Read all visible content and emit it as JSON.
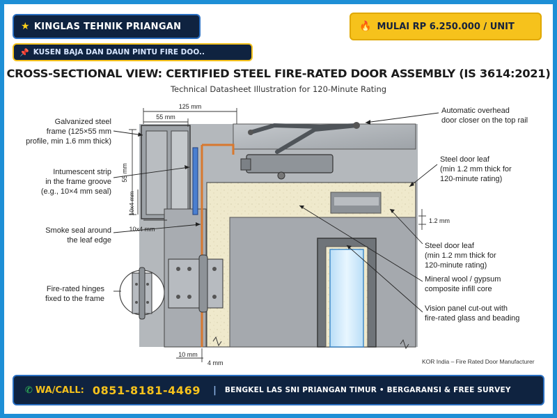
{
  "header": {
    "brand": "KINGLAS TEHNIK PRIANGAN",
    "price": "MULAI RP 6.250.000 / UNIT",
    "product": "KUSEN BAJA DAN DAUN PINTU FIRE DOO.."
  },
  "diagram": {
    "title": "CROSS-SECTIONAL VIEW: CERTIFIED STEEL FIRE-RATED DOOR ASSEMBLY (IS 3614:2021)",
    "subtitle": "Technical Datasheet Illustration for 120-Minute Rating",
    "dims": {
      "d125": "125 mm",
      "d55top": "55 mm",
      "d55side": "55 mm",
      "d10x4side": "10x4 mm",
      "d10x4bottom": "10x4 mm",
      "d12": "1.2 mm",
      "d10": "10 mm",
      "d4": "4 mm"
    },
    "labels": {
      "frame": [
        "Galvanized steel",
        "frame (125×55 mm",
        "profile, min 1.6 mm thick)"
      ],
      "strip": [
        "Intumescent strip",
        "in the frame groove",
        "(e.g., 10×4 mm seal)"
      ],
      "smoke": [
        "Smoke seal around",
        "the leaf edge"
      ],
      "hinges": [
        "Fire-rated hinges",
        "fixed to the frame"
      ],
      "closer": [
        "Automatic overhead",
        "door closer on the top rail"
      ],
      "leafTop": [
        "Steel door leaf",
        "(min 1.2 mm thick for",
        "120-minute rating)"
      ],
      "leafMid": [
        "Steel door leaf",
        "(min 1.2 mm thick for",
        "120-minute rating)"
      ],
      "wool": [
        "Mineral wool / gypsum",
        "composite infill core"
      ],
      "vision": [
        "Vision panel cut-out with",
        "fire-rated glass and beading"
      ]
    },
    "credit": "KOR India – Fire Rated Door Manufacturer"
  },
  "footer": {
    "wa_label": "WA/CALL:",
    "wa_number": "0851-8181-4469",
    "separator": "|",
    "tagline": "BENGKEL LAS SNI PRIANGAN TIMUR • BERGARANSI & FREE SURVEY"
  },
  "colors": {
    "accent": "#f6c21c",
    "navy": "#0f2340",
    "border_blue": "#1d8fd6",
    "steel": "#a9adb2",
    "infill": "#eee8c8",
    "seal": "#4a7fd0",
    "orange": "#d8782e",
    "glass": "#cfe9fa"
  },
  "icons": {
    "brand": "star-icon",
    "price": "flame-icon",
    "product": "pin-icon",
    "phone": "phone-icon"
  }
}
